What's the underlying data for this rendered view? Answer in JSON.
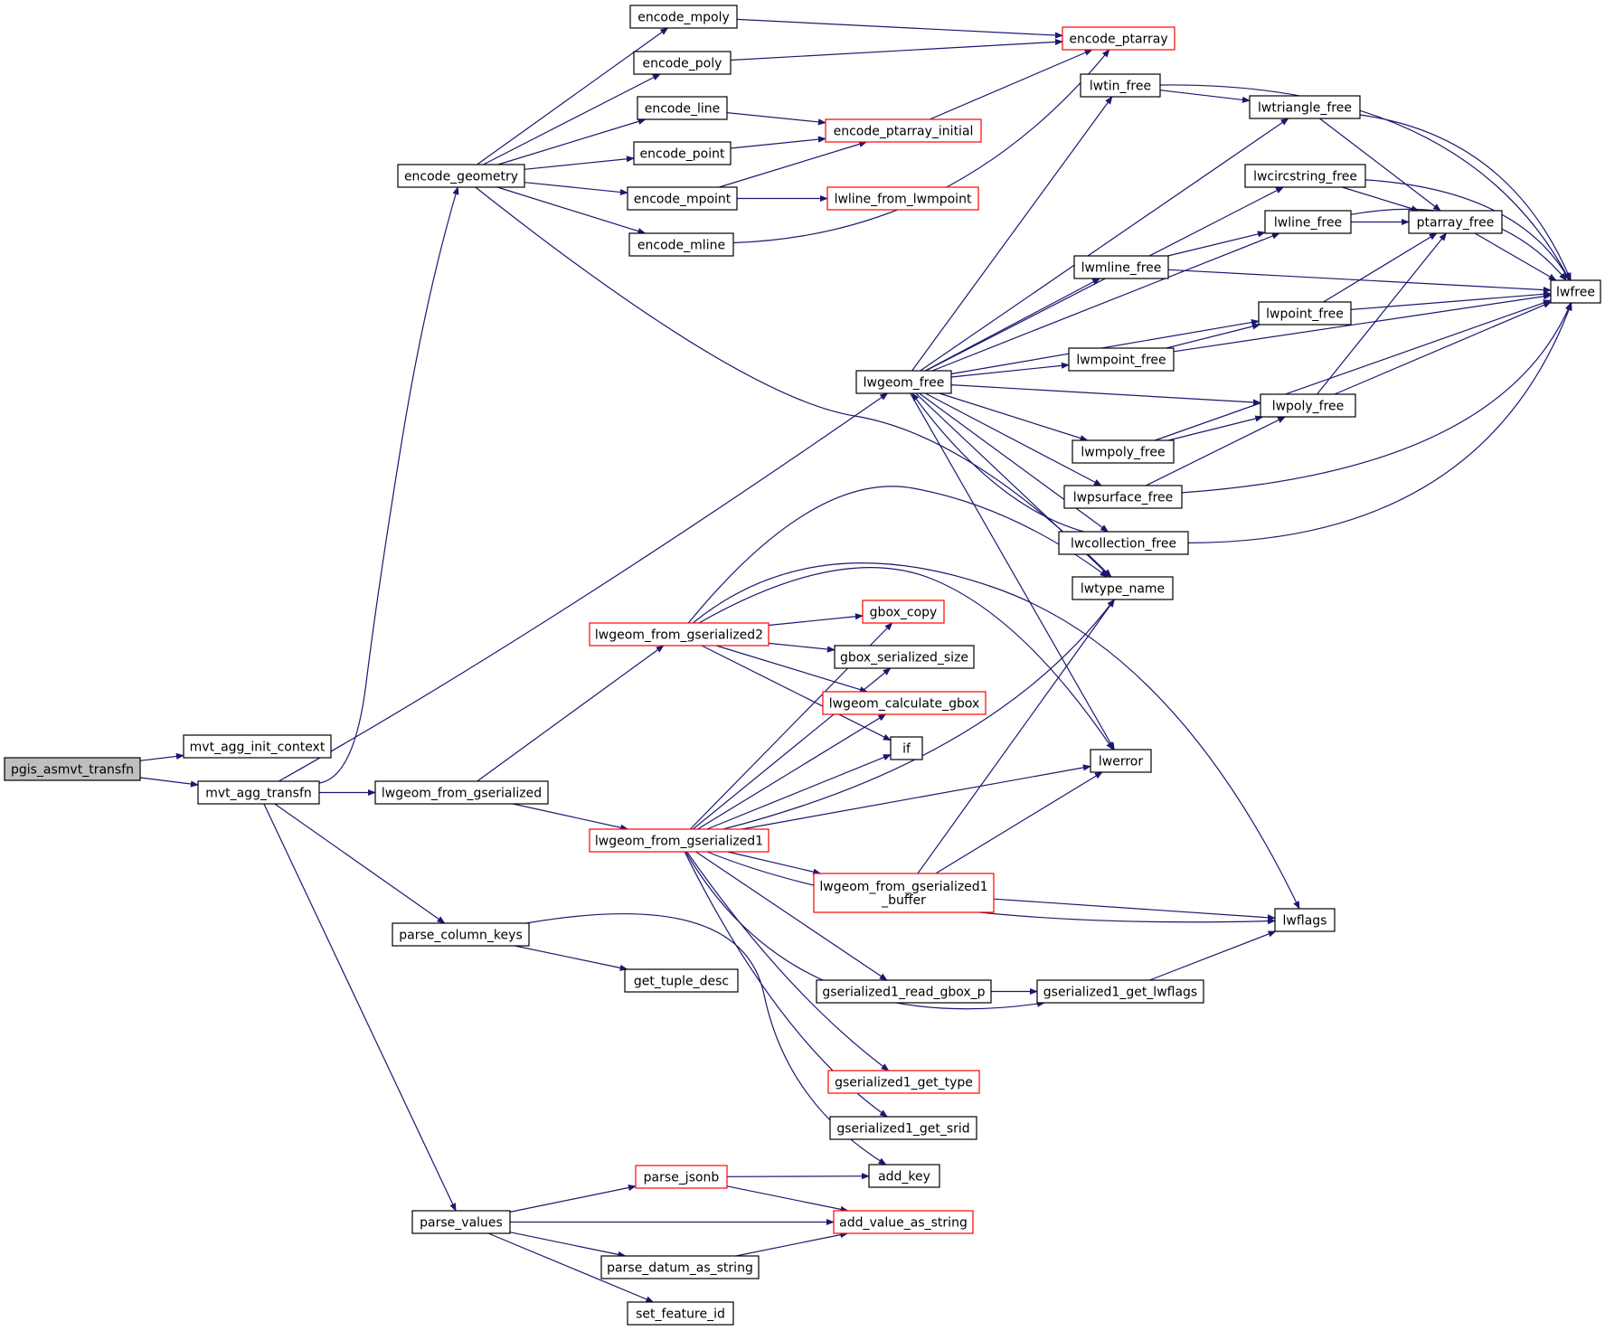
{
  "graph": {
    "colors": {
      "edge": "#191970",
      "node_border": "#000000",
      "node_fill": "#ffffff",
      "root_fill": "#bfbfbf",
      "incomplete_border": "#ff0000"
    },
    "nodes": [
      {
        "id": "pgis_asmvt_transfn",
        "label": [
          "pgis_asmvt_transfn"
        ],
        "style": "root"
      },
      {
        "id": "mvt_agg_init_context",
        "label": [
          "mvt_agg_init_context"
        ],
        "style": "normal"
      },
      {
        "id": "mvt_agg_transfn",
        "label": [
          "mvt_agg_transfn"
        ],
        "style": "normal"
      },
      {
        "id": "encode_geometry",
        "label": [
          "encode_geometry"
        ],
        "style": "normal"
      },
      {
        "id": "encode_mpoly",
        "label": [
          "encode_mpoly"
        ],
        "style": "normal"
      },
      {
        "id": "encode_poly",
        "label": [
          "encode_poly"
        ],
        "style": "normal"
      },
      {
        "id": "encode_line",
        "label": [
          "encode_line"
        ],
        "style": "normal"
      },
      {
        "id": "encode_point",
        "label": [
          "encode_point"
        ],
        "style": "normal"
      },
      {
        "id": "encode_mpoint",
        "label": [
          "encode_mpoint"
        ],
        "style": "normal"
      },
      {
        "id": "encode_mline",
        "label": [
          "encode_mline"
        ],
        "style": "normal"
      },
      {
        "id": "encode_ptarray",
        "label": [
          "encode_ptarray"
        ],
        "style": "red"
      },
      {
        "id": "encode_ptarray_initial",
        "label": [
          "encode_ptarray_initial"
        ],
        "style": "red"
      },
      {
        "id": "lwline_from_lwmpoint",
        "label": [
          "lwline_from_lwmpoint"
        ],
        "style": "red"
      },
      {
        "id": "lwtin_free",
        "label": [
          "lwtin_free"
        ],
        "style": "normal"
      },
      {
        "id": "lwtriangle_free",
        "label": [
          "lwtriangle_free"
        ],
        "style": "normal"
      },
      {
        "id": "lwcircstring_free",
        "label": [
          "lwcircstring_free"
        ],
        "style": "normal"
      },
      {
        "id": "lwline_free",
        "label": [
          "lwline_free"
        ],
        "style": "normal"
      },
      {
        "id": "ptarray_free",
        "label": [
          "ptarray_free"
        ],
        "style": "normal"
      },
      {
        "id": "lwfree",
        "label": [
          "lwfree"
        ],
        "style": "normal"
      },
      {
        "id": "lwmline_free",
        "label": [
          "lwmline_free"
        ],
        "style": "normal"
      },
      {
        "id": "lwpoint_free",
        "label": [
          "lwpoint_free"
        ],
        "style": "normal"
      },
      {
        "id": "lwmpoint_free",
        "label": [
          "lwmpoint_free"
        ],
        "style": "normal"
      },
      {
        "id": "lwgeom_free",
        "label": [
          "lwgeom_free"
        ],
        "style": "normal"
      },
      {
        "id": "lwpoly_free",
        "label": [
          "lwpoly_free"
        ],
        "style": "normal"
      },
      {
        "id": "lwmpoly_free",
        "label": [
          "lwmpoly_free"
        ],
        "style": "normal"
      },
      {
        "id": "lwpsurface_free",
        "label": [
          "lwpsurface_free"
        ],
        "style": "normal"
      },
      {
        "id": "lwcollection_free",
        "label": [
          "lwcollection_free"
        ],
        "style": "normal"
      },
      {
        "id": "lwtype_name",
        "label": [
          "lwtype_name"
        ],
        "style": "normal"
      },
      {
        "id": "gbox_copy",
        "label": [
          "gbox_copy"
        ],
        "style": "red"
      },
      {
        "id": "lwgeom_from_gserialized2",
        "label": [
          "lwgeom_from_gserialized2"
        ],
        "style": "red"
      },
      {
        "id": "gbox_serialized_size",
        "label": [
          "gbox_serialized_size"
        ],
        "style": "normal"
      },
      {
        "id": "lwgeom_calculate_gbox",
        "label": [
          "lwgeom_calculate_gbox"
        ],
        "style": "red"
      },
      {
        "id": "if",
        "label": [
          "if"
        ],
        "style": "normal"
      },
      {
        "id": "lwerror",
        "label": [
          "lwerror"
        ],
        "style": "normal"
      },
      {
        "id": "lwgeom_from_gserialized",
        "label": [
          "lwgeom_from_gserialized"
        ],
        "style": "normal"
      },
      {
        "id": "lwgeom_from_gserialized1",
        "label": [
          "lwgeom_from_gserialized1"
        ],
        "style": "red"
      },
      {
        "id": "lwgeom_from_gserialized1_buffer",
        "label": [
          "lwgeom_from_gserialized1",
          "_buffer"
        ],
        "style": "red"
      },
      {
        "id": "lwflags",
        "label": [
          "lwflags"
        ],
        "style": "normal"
      },
      {
        "id": "parse_column_keys",
        "label": [
          "parse_column_keys"
        ],
        "style": "normal"
      },
      {
        "id": "get_tuple_desc",
        "label": [
          "get_tuple_desc"
        ],
        "style": "normal"
      },
      {
        "id": "gserialized1_read_gbox_p",
        "label": [
          "gserialized1_read_gbox_p"
        ],
        "style": "normal"
      },
      {
        "id": "gserialized1_get_lwflags",
        "label": [
          "gserialized1_get_lwflags"
        ],
        "style": "normal"
      },
      {
        "id": "gserialized1_get_type",
        "label": [
          "gserialized1_get_type"
        ],
        "style": "red"
      },
      {
        "id": "gserialized1_get_srid",
        "label": [
          "gserialized1_get_srid"
        ],
        "style": "normal"
      },
      {
        "id": "parse_jsonb",
        "label": [
          "parse_jsonb"
        ],
        "style": "red"
      },
      {
        "id": "add_key",
        "label": [
          "add_key"
        ],
        "style": "normal"
      },
      {
        "id": "parse_values",
        "label": [
          "parse_values"
        ],
        "style": "normal"
      },
      {
        "id": "add_value_as_string",
        "label": [
          "add_value_as_string"
        ],
        "style": "red"
      },
      {
        "id": "parse_datum_as_string",
        "label": [
          "parse_datum_as_string"
        ],
        "style": "normal"
      },
      {
        "id": "set_feature_id",
        "label": [
          "set_feature_id"
        ],
        "style": "normal"
      }
    ],
    "edges": [
      [
        "pgis_asmvt_transfn",
        "mvt_agg_init_context"
      ],
      [
        "pgis_asmvt_transfn",
        "mvt_agg_transfn"
      ],
      [
        "mvt_agg_transfn",
        "encode_geometry"
      ],
      [
        "mvt_agg_transfn",
        "lwgeom_free"
      ],
      [
        "mvt_agg_transfn",
        "lwgeom_from_gserialized"
      ],
      [
        "mvt_agg_transfn",
        "parse_column_keys"
      ],
      [
        "mvt_agg_transfn",
        "parse_values"
      ],
      [
        "encode_geometry",
        "encode_mpoly"
      ],
      [
        "encode_geometry",
        "encode_poly"
      ],
      [
        "encode_geometry",
        "encode_line"
      ],
      [
        "encode_geometry",
        "encode_point"
      ],
      [
        "encode_geometry",
        "encode_mpoint"
      ],
      [
        "encode_geometry",
        "encode_mline"
      ],
      [
        "encode_geometry",
        "lwtype_name"
      ],
      [
        "encode_mpoly",
        "encode_ptarray"
      ],
      [
        "encode_poly",
        "encode_ptarray"
      ],
      [
        "encode_line",
        "encode_ptarray_initial"
      ],
      [
        "encode_point",
        "encode_ptarray_initial"
      ],
      [
        "encode_mpoint",
        "encode_ptarray_initial"
      ],
      [
        "encode_mpoint",
        "lwline_from_lwmpoint"
      ],
      [
        "encode_mline",
        "encode_ptarray"
      ],
      [
        "encode_ptarray_initial",
        "encode_ptarray"
      ],
      [
        "lwgeom_free",
        "lwtin_free"
      ],
      [
        "lwgeom_free",
        "lwtriangle_free"
      ],
      [
        "lwgeom_free",
        "lwcircstring_free"
      ],
      [
        "lwgeom_free",
        "lwline_free"
      ],
      [
        "lwgeom_free",
        "lwmline_free"
      ],
      [
        "lwgeom_free",
        "lwpoint_free"
      ],
      [
        "lwgeom_free",
        "lwmpoint_free"
      ],
      [
        "lwgeom_free",
        "lwpoly_free"
      ],
      [
        "lwgeom_free",
        "lwmpoly_free"
      ],
      [
        "lwgeom_free",
        "lwpsurface_free"
      ],
      [
        "lwgeom_free",
        "lwcollection_free"
      ],
      [
        "lwgeom_free",
        "lwtype_name"
      ],
      [
        "lwgeom_free",
        "lwerror"
      ],
      [
        "lwtin_free",
        "lwtriangle_free"
      ],
      [
        "lwtin_free",
        "lwfree"
      ],
      [
        "lwtriangle_free",
        "ptarray_free"
      ],
      [
        "lwtriangle_free",
        "lwfree"
      ],
      [
        "lwcircstring_free",
        "ptarray_free"
      ],
      [
        "lwcircstring_free",
        "lwfree"
      ],
      [
        "lwline_free",
        "ptarray_free"
      ],
      [
        "lwline_free",
        "lwfree"
      ],
      [
        "ptarray_free",
        "lwfree"
      ],
      [
        "lwmline_free",
        "lwline_free"
      ],
      [
        "lwmline_free",
        "lwfree"
      ],
      [
        "lwpoint_free",
        "ptarray_free"
      ],
      [
        "lwpoint_free",
        "lwfree"
      ],
      [
        "lwmpoint_free",
        "lwpoint_free"
      ],
      [
        "lwmpoint_free",
        "lwfree"
      ],
      [
        "lwpoly_free",
        "ptarray_free"
      ],
      [
        "lwpoly_free",
        "lwfree"
      ],
      [
        "lwmpoly_free",
        "lwpoly_free"
      ],
      [
        "lwmpoly_free",
        "lwfree"
      ],
      [
        "lwpsurface_free",
        "lwpoly_free"
      ],
      [
        "lwpsurface_free",
        "lwfree"
      ],
      [
        "lwcollection_free",
        "lwgeom_free"
      ],
      [
        "lwcollection_free",
        "lwfree"
      ],
      [
        "lwgeom_from_gserialized",
        "lwgeom_from_gserialized2"
      ],
      [
        "lwgeom_from_gserialized",
        "lwgeom_from_gserialized1"
      ],
      [
        "lwgeom_from_gserialized2",
        "gbox_copy"
      ],
      [
        "lwgeom_from_gserialized2",
        "gbox_serialized_size"
      ],
      [
        "lwgeom_from_gserialized2",
        "lwgeom_calculate_gbox"
      ],
      [
        "lwgeom_from_gserialized2",
        "if"
      ],
      [
        "lwgeom_from_gserialized2",
        "lwtype_name"
      ],
      [
        "lwgeom_from_gserialized2",
        "lwerror"
      ],
      [
        "lwgeom_from_gserialized2",
        "lwflags"
      ],
      [
        "lwgeom_from_gserialized1",
        "gbox_copy"
      ],
      [
        "lwgeom_from_gserialized1",
        "gbox_serialized_size"
      ],
      [
        "lwgeom_from_gserialized1",
        "lwgeom_calculate_gbox"
      ],
      [
        "lwgeom_from_gserialized1",
        "if"
      ],
      [
        "lwgeom_from_gserialized1",
        "lwtype_name"
      ],
      [
        "lwgeom_from_gserialized1",
        "lwerror"
      ],
      [
        "lwgeom_from_gserialized1",
        "lwgeom_from_gserialized1_buffer"
      ],
      [
        "lwgeom_from_gserialized1",
        "lwflags"
      ],
      [
        "lwgeom_from_gserialized1",
        "gserialized1_read_gbox_p"
      ],
      [
        "lwgeom_from_gserialized1",
        "gserialized1_get_lwflags"
      ],
      [
        "lwgeom_from_gserialized1",
        "gserialized1_get_type"
      ],
      [
        "lwgeom_from_gserialized1",
        "gserialized1_get_srid"
      ],
      [
        "lwgeom_from_gserialized1_buffer",
        "lwtype_name"
      ],
      [
        "lwgeom_from_gserialized1_buffer",
        "lwerror"
      ],
      [
        "lwgeom_from_gserialized1_buffer",
        "lwflags"
      ],
      [
        "gserialized1_read_gbox_p",
        "gserialized1_get_lwflags"
      ],
      [
        "gserialized1_get_lwflags",
        "lwflags"
      ],
      [
        "parse_column_keys",
        "get_tuple_desc"
      ],
      [
        "parse_column_keys",
        "add_key"
      ],
      [
        "parse_values",
        "parse_jsonb"
      ],
      [
        "parse_values",
        "add_value_as_string"
      ],
      [
        "parse_values",
        "parse_datum_as_string"
      ],
      [
        "parse_values",
        "set_feature_id"
      ],
      [
        "parse_jsonb",
        "add_key"
      ],
      [
        "parse_jsonb",
        "add_value_as_string"
      ],
      [
        "parse_datum_as_string",
        "add_value_as_string"
      ]
    ]
  }
}
